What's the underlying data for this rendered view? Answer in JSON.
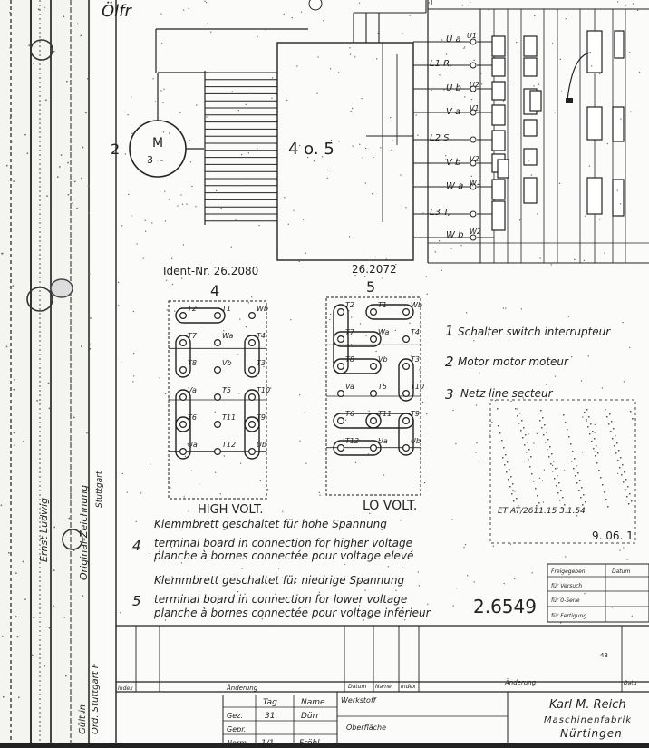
{
  "schematic": {
    "top_scribble": "Ölfr",
    "motor": {
      "number": "2",
      "label": "M",
      "phase": "3 ~"
    },
    "switch_block": "4  o. 5",
    "terminals": [
      {
        "left": "U a",
        "right": "U1"
      },
      {
        "left": "L1 R,",
        "right": ""
      },
      {
        "left": "U b",
        "right": "U2"
      },
      {
        "left": "V a",
        "right": "V1"
      },
      {
        "left": "L2 S,",
        "right": ""
      },
      {
        "left": "V b",
        "right": "V2"
      },
      {
        "left": "W a",
        "right": "W1"
      },
      {
        "left": "L3 T,",
        "right": ""
      },
      {
        "left": "W b",
        "right": "W2"
      }
    ],
    "ident_left": "Ident-Nr. 26.2080",
    "ident_right": "26.2072",
    "top_number": "1"
  },
  "boards": {
    "left": {
      "number": "4",
      "caption": "HIGH VOLT.",
      "labels": [
        "T2",
        "T1",
        "Wb",
        "T7",
        "Wa",
        "T4",
        "T8",
        "Vb",
        "T3",
        "Va",
        "T5",
        "T10",
        "T6",
        "T11",
        "T9",
        "Ua",
        "T12",
        "Ub"
      ]
    },
    "right": {
      "number": "5",
      "caption": "LO VOLT.",
      "labels": [
        "T2",
        "T1",
        "Wb",
        "T7",
        "Wa",
        "T4",
        "T8",
        "Vb",
        "T3",
        "Va",
        "T5",
        "T10",
        "T6",
        "T11",
        "T9",
        "T12",
        "Ua",
        "Ub"
      ]
    }
  },
  "legend": [
    {
      "num": "1",
      "text": "Schalter  switch  interrupteur"
    },
    {
      "num": "2",
      "text": "Motor   motor   moteur"
    },
    {
      "num": "3",
      "text": "Netz   line   secteur"
    }
  ],
  "stamp": {
    "ref": "ET AT/2611.15   3.1.54",
    "date": "9. 06. 1"
  },
  "notes": [
    {
      "num": "4",
      "de": "Klemmbrett geschaltet für hohe Spannung",
      "en": "terminal board in connection for higher voltage",
      "fr": "planche à bornes connectée pour voltage elevé"
    },
    {
      "num": "5",
      "de": "Klemmbrett geschaltet für niedrige Spannung",
      "en": "terminal board in connection for lower voltage",
      "fr": "planche à bornes connectée pour voltage inférieur"
    }
  ],
  "drawing_number": "2.6549",
  "release_table": {
    "header": [
      "Freigegeben",
      "Datum"
    ],
    "rows": [
      "für Versuch",
      "für 0-Serie",
      "für Fertigung"
    ]
  },
  "title_block": {
    "index_label": "Index",
    "change_label": "Änderung",
    "datum_label": "Datum",
    "name_label": "Name",
    "index2_label": "Index",
    "change2_label": "Änderung",
    "datum2_label": "Datu",
    "tag": "Tag",
    "name": "Name",
    "gez": "Gez.",
    "gepr": "Gepr.",
    "norm": "Norm",
    "gez_val": "31.",
    "gez_name": "Dürr",
    "norm_val": "1/1",
    "norm_name": "Fröhl.",
    "werkstoff": "Werkstoff",
    "oberflaeche": "Oberfläche",
    "company1": "Karl M. Reich",
    "company2": "Maschinenfabrik",
    "company3": "Nürtingen",
    "ghost": "43"
  },
  "margin": {
    "text1": "Original-Zeichnung",
    "text2": "Ernst Ludwig",
    "text3": "Stuttgart",
    "text4": "Gült in",
    "text5": "Ord. Stuttgart F"
  }
}
